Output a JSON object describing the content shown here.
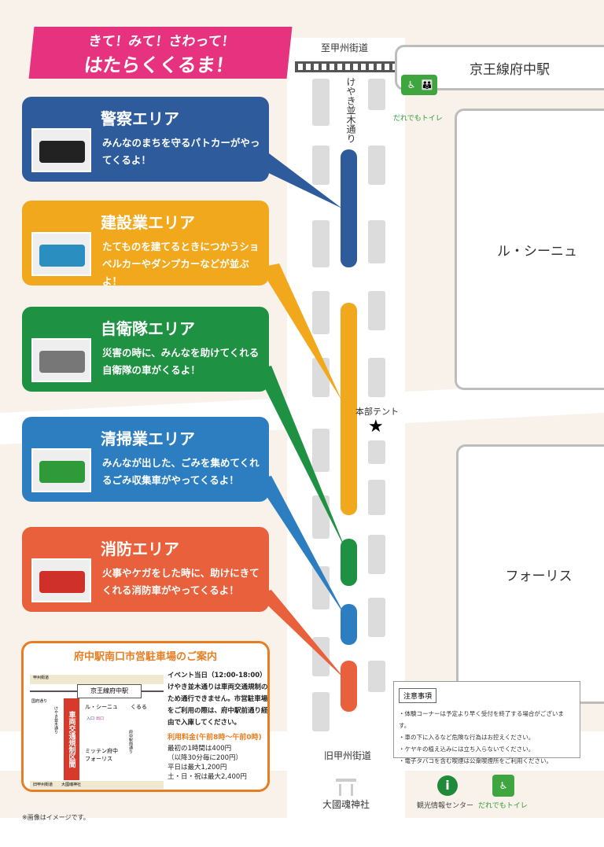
{
  "banner": {
    "line1": "きて！みて！さわって！",
    "line2": "はたらくくるま！"
  },
  "roads": {
    "top": "至甲州街道",
    "bottom": "旧甲州街道",
    "keyaki": "けやき並木通り"
  },
  "places": {
    "station": "京王線府中駅",
    "le_cinema": "ル・シーニュ",
    "forus": "フォーリス",
    "hq_tent": "本部テント",
    "shrine": "大國魂神社",
    "toilet": "だれでもトイレ",
    "info_center": "観光情報センター"
  },
  "areas": [
    {
      "title": "警察エリア",
      "desc": "みんなのまちを守るパトカーがやってくるよ！",
      "color": "#2e5b9c"
    },
    {
      "title": "建設業エリア",
      "desc": "たてものを建てるときにつかうショベルカーやダンプカーなどが並ぶよ！",
      "color": "#f2a81c"
    },
    {
      "title": "自衛隊エリア",
      "desc": "災害の時に、みんなを助けてくれる自衛隊の車がくるよ！",
      "color": "#1f9142"
    },
    {
      "title": "清掃業エリア",
      "desc": "みんなが出した、ごみを集めてくれるごみ収集車がやってくるよ！",
      "color": "#2c7ec0"
    },
    {
      "title": "消防エリア",
      "desc": "火事やケガをした時に、助けにきてくれる消防車がやってくるよ！",
      "color": "#e8613c"
    }
  ],
  "notes": {
    "heading": "注意事項",
    "items": [
      "・体験コーナーは予定より早く受付を終了する場合がございます。",
      "・車の下に入るなど危険な行為はお控えください。",
      "・ケヤキの植え込みには立ち入らないでください。",
      "・電子タバコを含む喫煙は公衆喫煙所をご利用ください。"
    ]
  },
  "parking": {
    "title": "府中駅南口市営駐車場のご案内",
    "event": "イベント当日（12:00-18:00）",
    "info": "けやき並木通りは車両交通規制のため通行できません。市営駐車場をご利用の際は、府中駅前通り経由で入庫してください。",
    "fee_title": "利用料金(午前8時～午前0時)",
    "fees": [
      "最初の1時間は400円",
      "（以降30分毎に200円）",
      "平日は最大1,200円",
      "土・日・祝は最大2,400円"
    ],
    "map": {
      "restricted": "車両交通規制区間",
      "kururu": "くるる",
      "mitten": "ミッテン府中",
      "forus": "フォーリス",
      "le_cinema": "ル・シーニュ",
      "station": "京王線府中駅",
      "entrance": "入口",
      "exit": "出口",
      "koshu": "甲州街道",
      "kyu_koshu": "旧甲州街道",
      "shrine": "大國魂神社",
      "keyaki": "けやき並木通り",
      "ekimae": "府中駅前通り",
      "kokuryo": "国府通り"
    }
  },
  "footnote": "※画像はイメージです。"
}
